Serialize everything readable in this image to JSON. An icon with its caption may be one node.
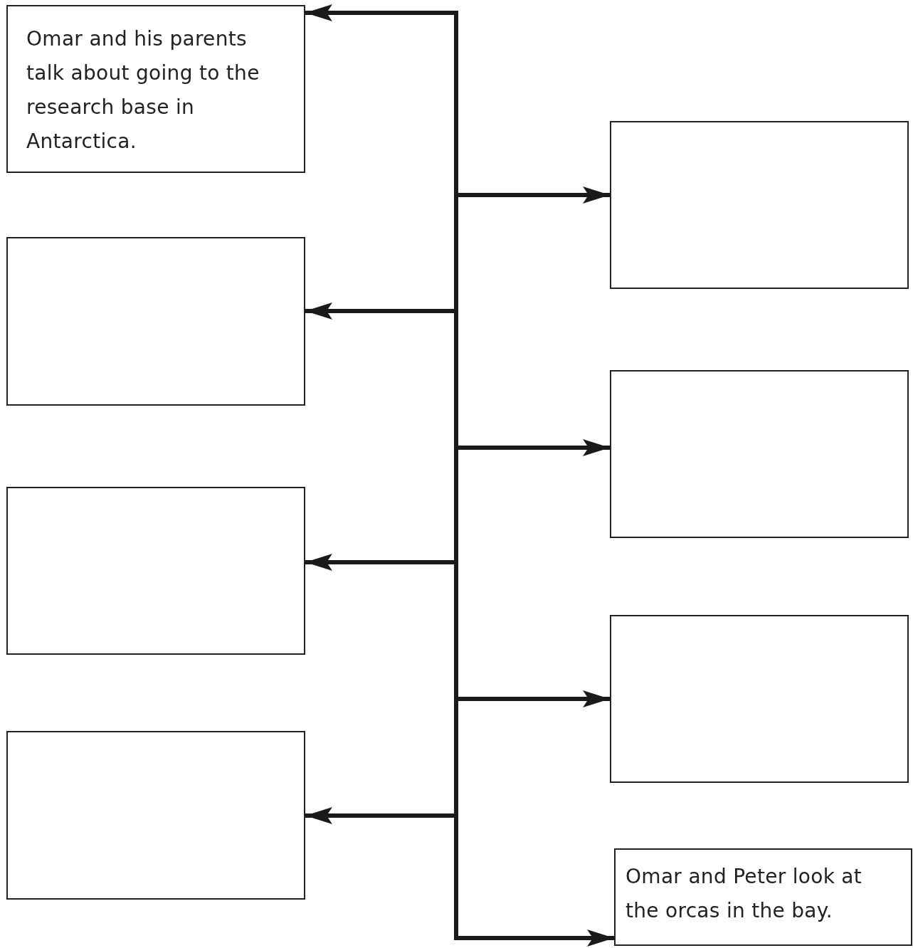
{
  "diagram": {
    "nodes": [
      {
        "text": [
          "Omar and his parents talk about going to the research base in Antarctica."
        ]
      },
      {
        "text": [],
        "shape": "box"
      },
      {
        "text": [],
        "shape": "box"
      },
      {
        "text": [],
        "shape": "box"
      },
      {
        "text": [],
        "shape": "box"
      },
      {
        "text": [],
        "shape": "box"
      },
      {
        "text": [],
        "shape": "box"
      },
      {
        "text": [
          "Omar and Peter look at the orcas in the bay."
        ]
      }
    ],
    "edges": [
      {
        "from": null,
        "to": 0,
        "arrow": "to"
      },
      {
        "from": null,
        "to": 1,
        "arrow": "to"
      },
      {
        "from": null,
        "to": 2,
        "arrow": "to"
      },
      {
        "from": null,
        "to": 3,
        "arrow": "to"
      },
      {
        "from": null,
        "to": 4,
        "arrow": "to"
      },
      {
        "from": null,
        "to": 5,
        "arrow": "to"
      },
      {
        "from": null,
        "to": 6,
        "arrow": "to"
      },
      {
        "from": null,
        "to": 7,
        "arrow": "to"
      }
    ]
  }
}
